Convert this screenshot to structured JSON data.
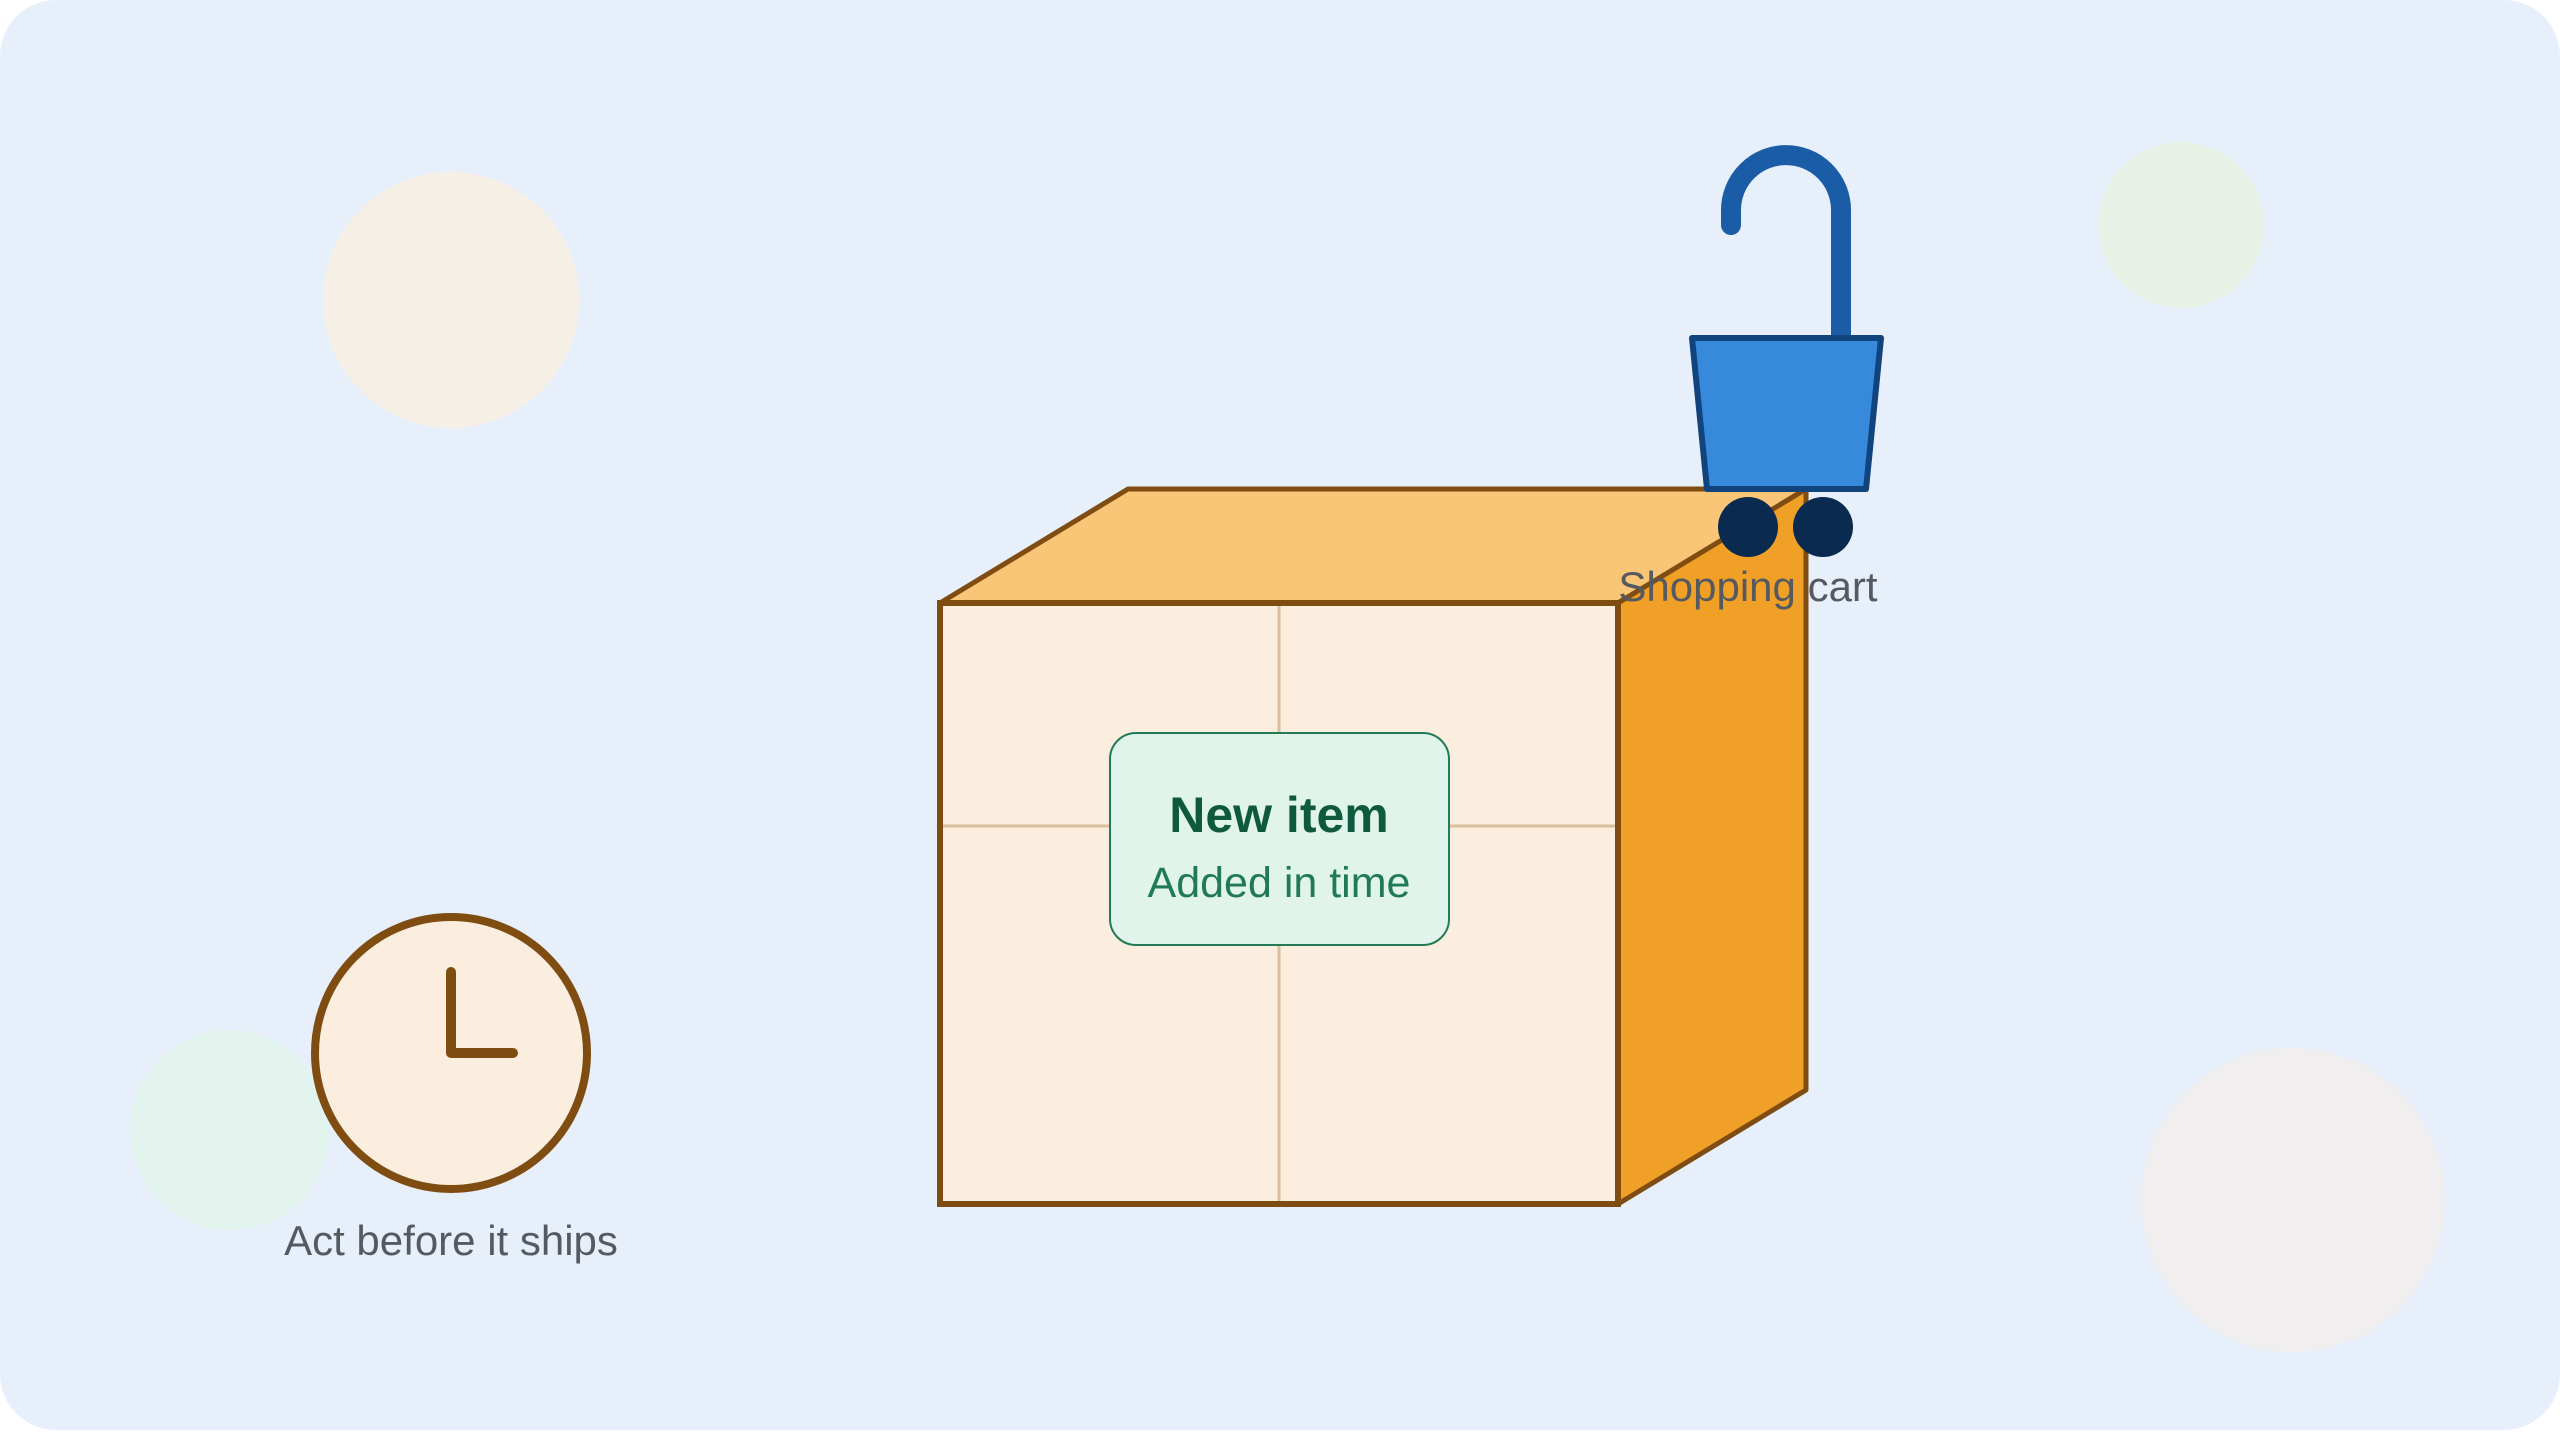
{
  "colors": {
    "background": "#e7f0fa",
    "box_front": "#fbeede",
    "box_top": "#f9c678",
    "box_side": "#f0a027",
    "box_outline": "#7f4c12",
    "tape": "#d9bf9a",
    "label_fill": "#e1f4ec",
    "label_stroke": "#237a57",
    "label_title": "#0f5a3f",
    "label_sub": "#1f7a55",
    "cart_basket": "#3789dc",
    "cart_outline": "#11437d",
    "cart_handle": "#1b5ca6",
    "cart_wheel": "#0b2a50",
    "clock_face": "#fbeede",
    "clock_outline": "#7f4c12",
    "caption": "#555a60"
  },
  "icons": {
    "cart": "shopping-cart-icon",
    "clock": "clock-icon",
    "box": "package-box-icon"
  },
  "label": {
    "title": "New item",
    "subtitle": "Added in time"
  },
  "cart": {
    "caption": "Shopping cart"
  },
  "clock": {
    "caption": "Act before it ships"
  }
}
